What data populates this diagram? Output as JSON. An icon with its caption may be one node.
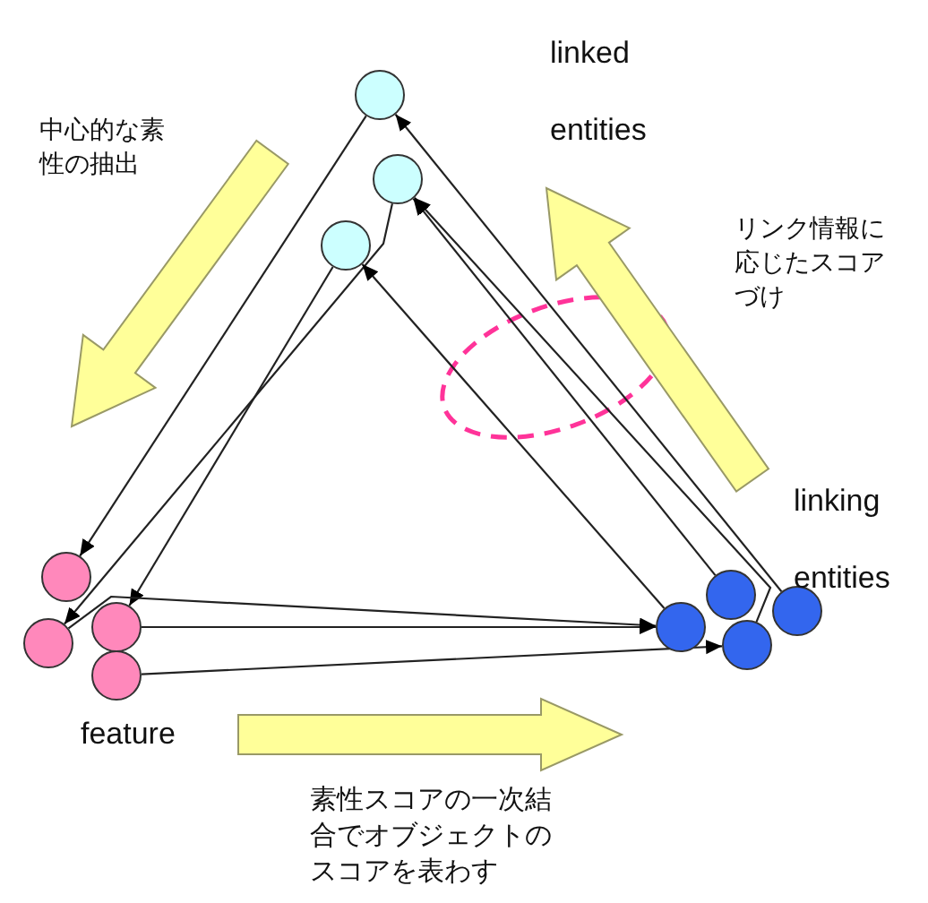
{
  "diagram": {
    "nodes": [
      {
        "text": [],
        "shape": "circle"
      },
      {
        "text": [],
        "shape": "circle"
      },
      {
        "text": [],
        "shape": "circle"
      },
      {
        "text": [],
        "shape": "circle"
      },
      {
        "text": [],
        "shape": "circle"
      },
      {
        "text": [],
        "shape": "circle"
      },
      {
        "text": [],
        "shape": "circle"
      },
      {
        "text": [],
        "shape": "circle"
      },
      {
        "text": [],
        "shape": "circle"
      },
      {
        "text": [],
        "shape": "circle"
      },
      {
        "text": [],
        "shape": "circle"
      }
    ],
    "edges": [
      {
        "from": 0,
        "to": 3,
        "arrow": "to"
      },
      {
        "from": 1,
        "to": 4,
        "arrow": "to"
      },
      {
        "from": 2,
        "to": 5,
        "arrow": "to"
      },
      {
        "from": 10,
        "to": 0,
        "arrow": "to"
      },
      {
        "from": 8,
        "to": 1,
        "arrow": "to"
      },
      {
        "from": 9,
        "to": 1,
        "arrow": "to"
      },
      {
        "from": 7,
        "to": 2,
        "arrow": "to"
      },
      {
        "from": 4,
        "to": 7,
        "arrow": "to"
      },
      {
        "from": 5,
        "to": 7,
        "arrow": "to"
      },
      {
        "from": 6,
        "to": 9,
        "arrow": "to"
      }
    ],
    "labels": [
      "linked entities",
      "中心的な素性の抽出",
      "リンク情報に応じたスコアづけ",
      "linking entities",
      "feature",
      "素性スコアの一次結合でオブジェクトのスコアを表わす"
    ]
  }
}
